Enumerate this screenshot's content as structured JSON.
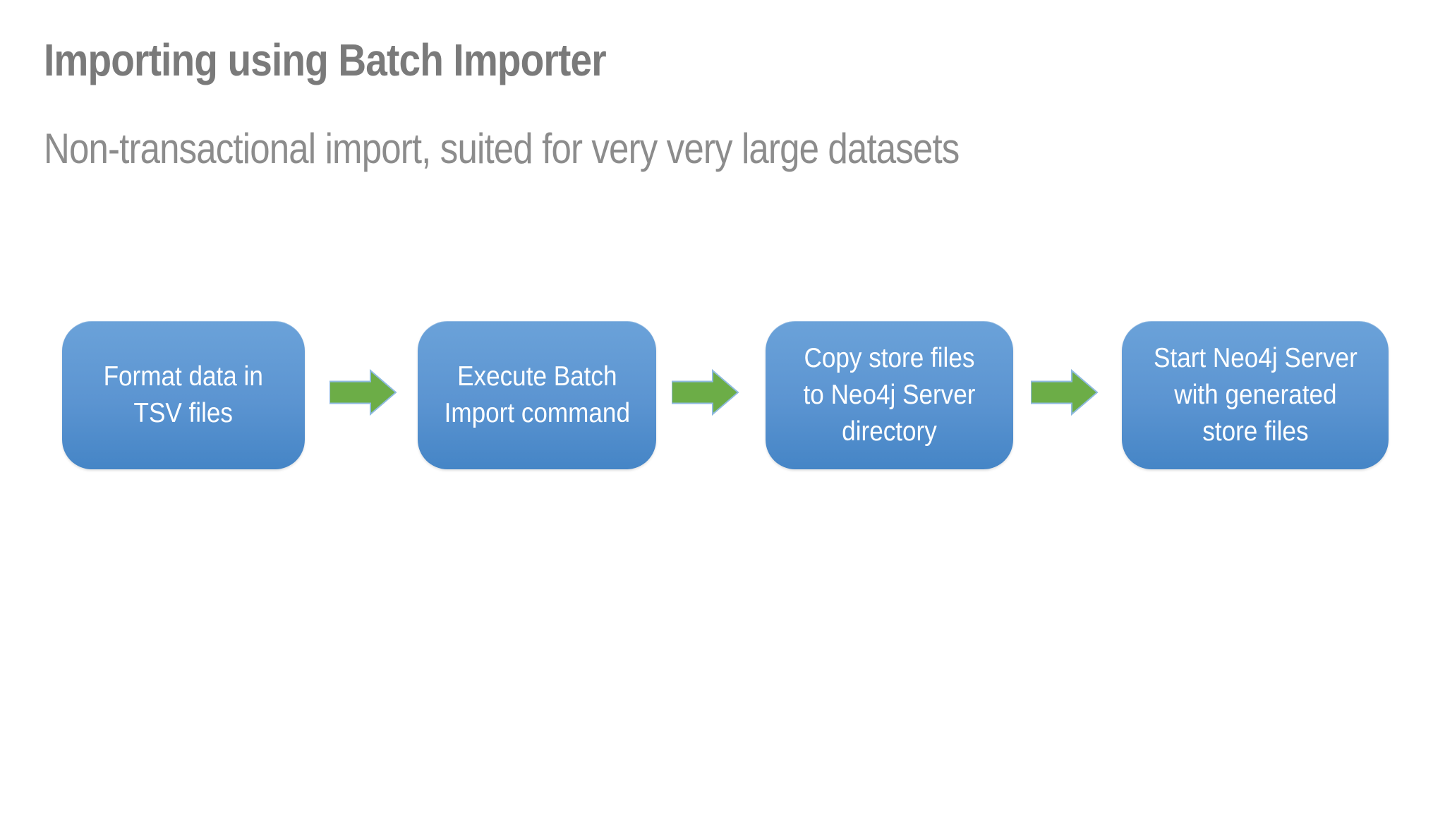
{
  "slide": {
    "title": "Importing using Batch Importer",
    "subtitle": "Non-transactional import, suited for very very large datasets",
    "flow": {
      "steps": [
        {
          "label": "Format data in\nTSV files"
        },
        {
          "label": "Execute Batch\nImport command"
        },
        {
          "label": "Copy store files\nto Neo4j Server\ndirectory"
        },
        {
          "label": "Start Neo4j Server\nwith generated\nstore files"
        }
      ],
      "connector_count": 3
    },
    "colors": {
      "background": "#ffffff",
      "title_text": "#7a7a7a",
      "subtitle_text": "#8c8c8c",
      "box_gradient_top": "#6ba2d9",
      "box_gradient_bottom": "#4585c6",
      "box_text": "#ffffff",
      "arrow_fill": "#6cad47",
      "arrow_border": "#8fbadf"
    }
  }
}
